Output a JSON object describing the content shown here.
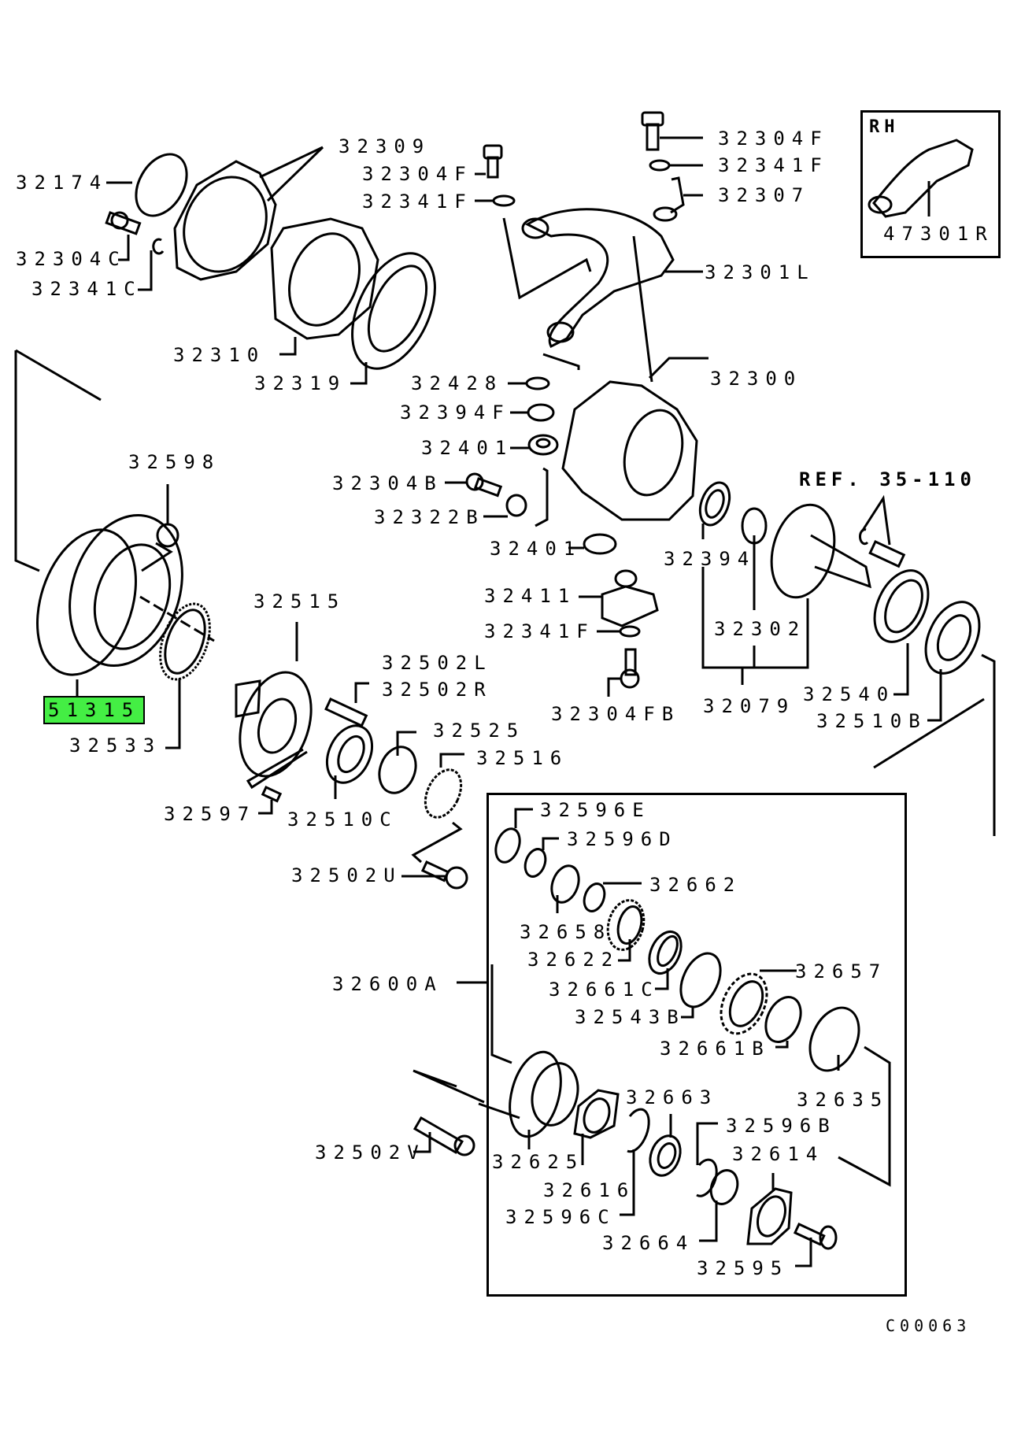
{
  "diagram": {
    "figure_code": "C00063",
    "inset_title": "RH",
    "highlighted_part": "51315",
    "highlight_color": "#44ee44",
    "reference_note": "REF. 35-110",
    "labels": {
      "p32174": "32174",
      "p32309": "32309",
      "p32304F_a": "32304F",
      "p32341F_a": "32341F",
      "p32304F_b": "32304F",
      "p32341F_b": "32341F",
      "p32307": "32307",
      "p47301R": "47301R",
      "p32304C": "32304C",
      "p32341C": "32341C",
      "p32301L": "32301L",
      "p32310": "32310",
      "p32319": "32319",
      "p32428": "32428",
      "p32300": "32300",
      "p32394F": "32394F",
      "p32401_a": "32401",
      "p32598": "32598",
      "p32304B": "32304B",
      "p32322B": "32322B",
      "p32401_b": "32401",
      "p32394": "32394",
      "p32515": "32515",
      "p32411": "32411",
      "p32341F_c": "32341F",
      "p32302": "32302",
      "p32502L": "32502L",
      "p32502R": "32502R",
      "p51315": "51315",
      "p32304FB": "32304FB",
      "p32079": "32079",
      "p32540": "32540",
      "p32510B": "32510B",
      "p32533": "32533",
      "p32525": "32525",
      "p32516": "32516",
      "p32597": "32597",
      "p32510C": "32510C",
      "p32502U": "32502U",
      "p32596E": "32596E",
      "p32596D": "32596D",
      "p32662": "32662",
      "p32658": "32658",
      "p32622": "32622",
      "p32657": "32657",
      "p32600A": "32600A",
      "p32661C": "32661C",
      "p32543B": "32543B",
      "p32661B": "32661B",
      "p32663": "32663",
      "p32635": "32635",
      "p32596B": "32596B",
      "p32614": "32614",
      "p32502V": "32502V",
      "p32625": "32625",
      "p32616": "32616",
      "p32596C": "32596C",
      "p32664": "32664",
      "p32595": "32595"
    }
  }
}
